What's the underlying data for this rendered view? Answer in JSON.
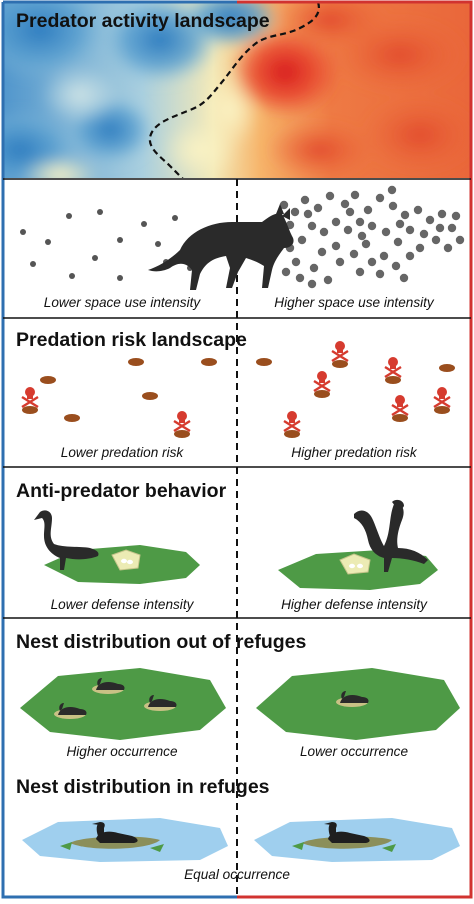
{
  "colors": {
    "left_border": "#2e6fb0",
    "right_border": "#d13330",
    "divider": "#111111",
    "heat_cold": "#2f7fc4",
    "heat_mid": "#f7e6a6",
    "heat_hot": "#e0342a",
    "predator": "#2a2a2a",
    "activity_dot": "#5a5a5a",
    "nest_hole": "#9a4e1e",
    "skull": "#d63b2f",
    "grass": "#4e9a46",
    "nest_cup": "#ecebb4",
    "water": "#9fcfee",
    "island": "#8b8f5a"
  },
  "icons": {
    "predator": "fox-icon",
    "bird_standing": "goose-standing-icon",
    "bird_defending": "goose-wings-raised-icon",
    "danger": "skull-crossbones-icon",
    "nesting_bird": "nesting-goose-icon",
    "loon": "loon-icon"
  },
  "panels": {
    "activity": {
      "title": "Predator activity landscape"
    },
    "space_use": {
      "left_caption": "Lower space use intensity",
      "right_caption": "Higher space use intensity"
    },
    "risk": {
      "title": "Predation risk landscape",
      "left_caption": "Lower predation risk",
      "right_caption": "Higher predation risk"
    },
    "behavior": {
      "title": "Anti-predator behavior",
      "left_caption": "Lower defense intensity",
      "right_caption": "Higher defense intensity"
    },
    "nest_out": {
      "title": "Nest distribution out of refuges",
      "left_caption": "Higher occurrence",
      "right_caption": "Lower occurrence"
    },
    "nest_in": {
      "title": "Nest distribution in refuges",
      "center_caption": "Equal occurrence"
    }
  }
}
